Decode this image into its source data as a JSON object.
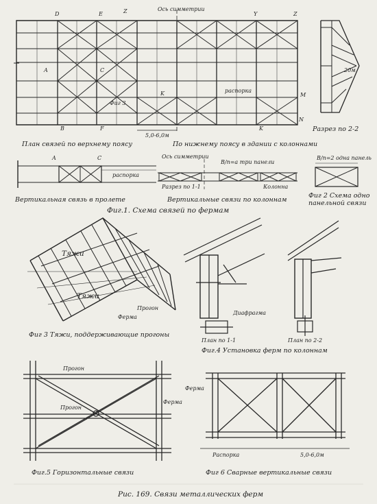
{
  "figure": {
    "caption": "Рис. 169. Связи металлических ферм",
    "fig1": {
      "caption": "Фиг.1. Схема связей по фермам",
      "plan_top_chord": "План связей по верхнему поясу",
      "plan_bottom_chord": "По нижнему поясу в здании с колоннами",
      "axis_symmetry": "Ось симметрии",
      "strut": "распорка",
      "span_dim": "5,0-6,0м",
      "vertical_in_span": "Вертикальная связь в пролете",
      "vertical_at_columns": "Вертикальные связи по колоннам",
      "section_1_1": "Разрез по 1-1",
      "section_2_2": "Разрез по 2-2",
      "column": "Колонна",
      "three_panels": "B/n=a три панели",
      "strut_small": "распорка",
      "letters": [
        "D",
        "E",
        "Z",
        "Y",
        "Z",
        "A",
        "C",
        "K",
        "M",
        "B",
        "F",
        "N",
        "A",
        "C",
        "K"
      ],
      "fig3_ref": "Фиг 3",
      "width_dim": "20м"
    },
    "fig2": {
      "caption": "Фиг 2 Схема одно панельной связи",
      "one_panel": "B/n=2 одна панель"
    },
    "fig3": {
      "caption": "Фиг 3 Тяжи, поддерживающие прогоны",
      "rods": "Тяжи",
      "rods_2": "Тяжи",
      "purlin": "Прогон",
      "truss": "Ферма"
    },
    "fig4": {
      "caption": "Фиг.4 Установка ферм по колоннам",
      "diaphragm": "Диафрагма",
      "plan_1_1": "План по 1-1",
      "plan_2_2": "План по 2-2"
    },
    "fig5": {
      "caption": "Фиг.5 Горизонтальные связи",
      "purlin_1": "Прогон",
      "purlin_2": "Прогон",
      "truss": "Ферма"
    },
    "fig6": {
      "caption": "Фиг 6 Сварные вертикальные связи",
      "truss": "Ферма",
      "strut": "Распорка",
      "span_dim": "5,0-6,0м"
    }
  }
}
